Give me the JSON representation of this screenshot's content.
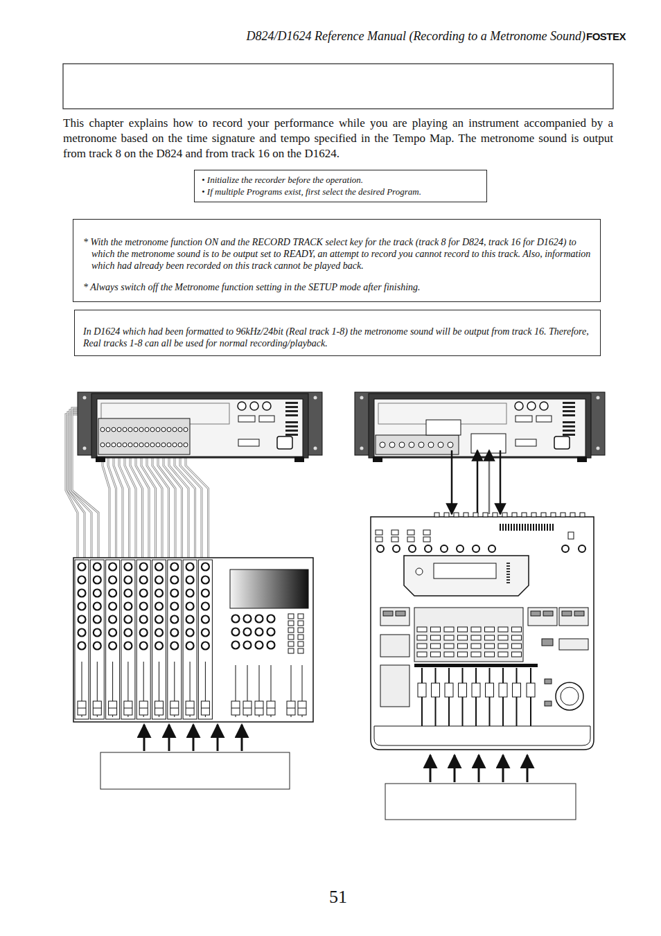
{
  "diagram": {
    "nodes": [
      {
        "text": [
          "• Initialize the recorder before the operation.",
          "• If multiple Programs exist, first select the desired Program."
        ]
      },
      {
        "text": [
          "* With the metronome function ON and the RECORD TRACK select key for the track (track 8 for D824, track 16 for D1624) to which the metronome sound is to be output set to READY, an attempt to record you cannot record to this track. Also, information which had already been recorded on this track cannot be played back.",
          "* Always switch off the Metronome function setting in the SETUP mode after finishing."
        ]
      },
      {
        "text": [
          "In D1624 which had been formatted to 96kHz/24bit (Real track 1-8) the metronome sound will be output from track 16. Therefore, Real tracks 1-8 can all be used for normal recording/playback."
        ]
      }
    ],
    "labels": [
      "D824/D1624 Reference Manual (Recording to a Metronome Sound)",
      "FOSTEX",
      "This chapter explains how to record your performance while you are playing an instrument accompanied by a metronome based on the time signature and tempo specified in the Tempo Map. The metronome sound is output from track 8 on the D824 and from track 16 on the D1624.",
      "51"
    ]
  }
}
